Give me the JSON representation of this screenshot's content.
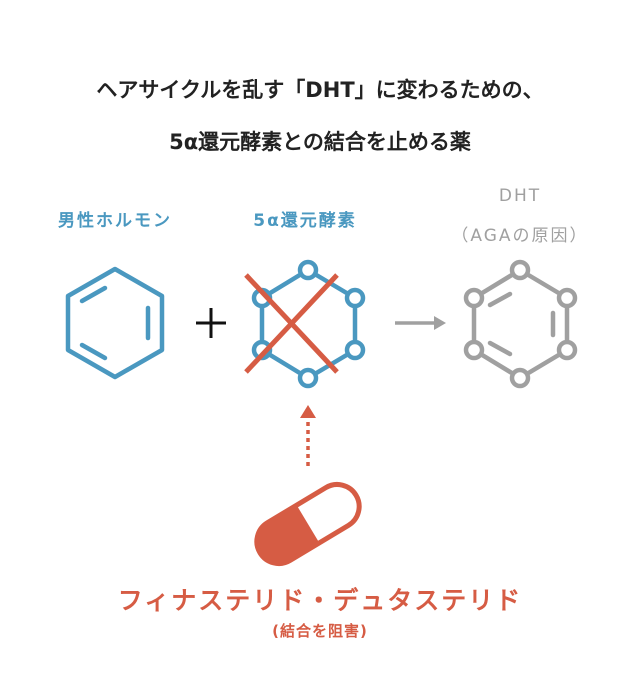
{
  "title": {
    "line1": "ヘアサイクルを乱す「DHT」に変わるための、",
    "line2": "5α還元酵素との結合を止める薬"
  },
  "labels": {
    "hormone": "男性ホルモン",
    "enzyme": "5α還元酵素",
    "dht": "DHT",
    "dht_sub": "（AGAの原因）"
  },
  "drug": {
    "name": "フィナステリド・デュタステリド",
    "effect": "(結合を阻害)"
  },
  "colors": {
    "blue": "#4a98c0",
    "red": "#d65c44",
    "gray": "#a0a0a0",
    "text": "#222222"
  }
}
